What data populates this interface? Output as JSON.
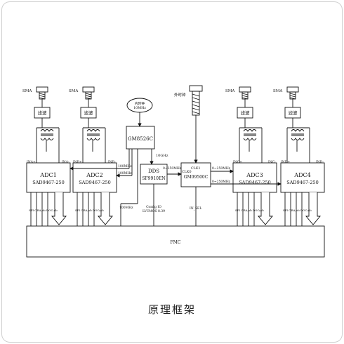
{
  "caption": "原理框架",
  "labels": {
    "sma": "SMA",
    "filter": "滤波",
    "internal_clock": "内时钟",
    "internal_clock_freq": "10MHz",
    "external_clock": "外时钟",
    "clock_chip": "GM8526C",
    "ref_10ghz": "10GHz",
    "dds_name": "DDS",
    "dds_part": "SF9910EN",
    "config_note": "Config IO",
    "config_note2": "LVCMOS 8.39",
    "clk_chip": "GM09500C",
    "clk1": "CLK1",
    "clk0": "CLK0",
    "freq_250": "0~250MHz",
    "freq_100": "100MHz",
    "in_sel": "IN_SEL",
    "spi": "SPI ORA,ab DOO,ab",
    "fmc": "FMC"
  },
  "adcs": [
    {
      "name": "ADC1",
      "part": "SAD9467-250",
      "in_left": "INA+",
      "in_right": "INA-"
    },
    {
      "name": "ADC2",
      "part": "SAD9467-250",
      "in_left": "INB+",
      "in_right": "INB-"
    },
    {
      "name": "ADC3",
      "part": "SAD9467-250",
      "in_left": "INC+",
      "in_right": "INC-"
    },
    {
      "name": "ADC4",
      "part": "SAD9467-250",
      "in_left": "IND+",
      "in_right": "IND-"
    }
  ]
}
